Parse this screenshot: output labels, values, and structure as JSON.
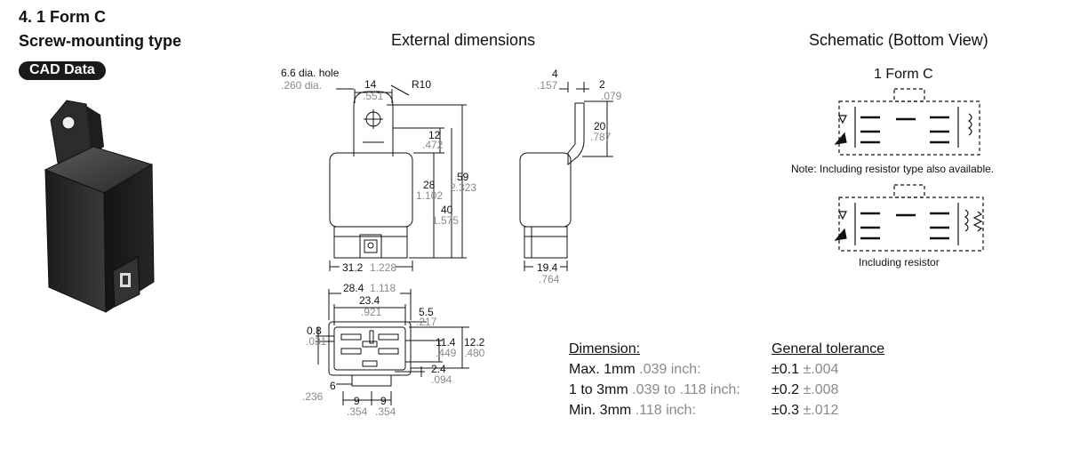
{
  "header": {
    "title": "4. 1 Form C",
    "subtitle": "Screw-mounting type",
    "cad_badge": "CAD Data"
  },
  "external": {
    "title": "External dimensions",
    "hole_label": "6.6 dia. hole",
    "hole_inch": ".260 dia.",
    "r10": "R10",
    "d14": "14",
    "d14i": ".551",
    "d12": "12",
    "d12i": ".472",
    "d28": "28",
    "d28i": "1.102",
    "d59": "59",
    "d59i": "2.323",
    "d40": "40",
    "d40i": "1.575",
    "d312": "31.2",
    "d312i": "1.228",
    "d4": "4",
    "d4i": ".157",
    "d2": "2",
    "d2i": ".079",
    "d20": "20",
    "d20i": ".787",
    "d194": "19.4",
    "d194i": ".764",
    "d284": "28.4",
    "d284i": "1.118",
    "d234": "23.4",
    "d234i": ".921",
    "d55": "5.5",
    "d55i": ".217",
    "d08": "0.8",
    "d08i": ".031",
    "d114": "11.4",
    "d114i": ".449",
    "d122": "12.2",
    "d122i": ".480",
    "d24": "2.4",
    "d24i": ".094",
    "d6": "6",
    "d6i": ".236",
    "d9a": "9",
    "d9ai": ".354",
    "d9b": "9",
    "d9bi": ".354"
  },
  "schematic": {
    "title": "Schematic (Bottom View)",
    "form_label": "1 Form C",
    "note": "Note: Including resistor type also available.",
    "caption2": "Including resistor"
  },
  "tolerance": {
    "dim_header": "Dimension:",
    "tol_header": "General tolerance",
    "rows": [
      {
        "dim": "Max. 1mm",
        "dim_inch": ".039 inch:",
        "tol": "±0.1",
        "tol_inch": "±.004"
      },
      {
        "dim": "1 to 3mm",
        "dim_inch": ".039 to .118 inch:",
        "tol": "±0.2",
        "tol_inch": "±.008"
      },
      {
        "dim": "Min. 3mm",
        "dim_inch": ".118 inch:",
        "tol": "±0.3",
        "tol_inch": "±.012"
      }
    ]
  }
}
